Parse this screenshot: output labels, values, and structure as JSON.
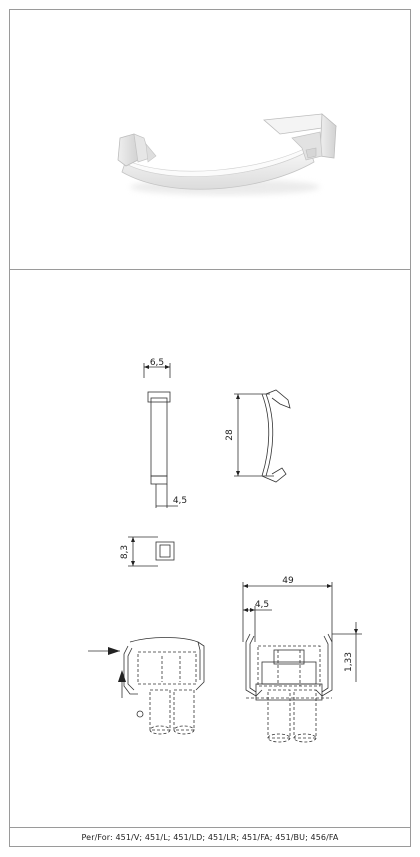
{
  "drawing": {
    "dimensions": {
      "side_width": "6,5",
      "side_base": "4,5",
      "height": "28",
      "top_view_height": "8,3",
      "assembly_width": "49",
      "assembly_offset": "4,5",
      "assembly_depth": "1,33"
    }
  },
  "footer": {
    "compatibility": "Per/For: 451/V; 451/L; 451/LD; 451/LR; 451/FA; 451/BU; 456/FA"
  }
}
